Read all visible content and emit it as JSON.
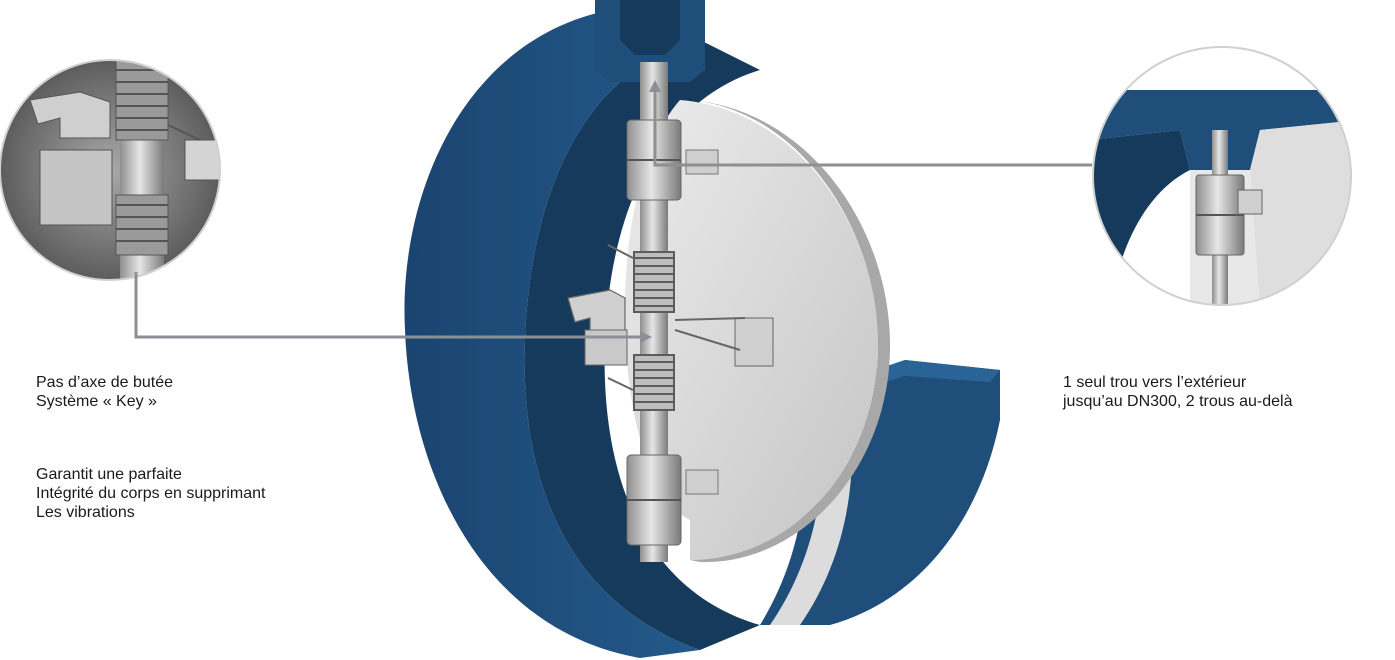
{
  "captions": {
    "left_top": [
      "Pas d’axe de butée",
      "Système « Key »"
    ],
    "left_bottom": [
      "Garantit une parfaite",
      "Intégrité du corps en supprimant",
      "Les vibrations"
    ],
    "right": [
      "1 seul trou vers l’extérieur",
      "jusqu’au   DN300, 2 trous au-delà"
    ]
  },
  "colors": {
    "body_blue": "#1f4e7a",
    "body_blue_dark": "#163a5c",
    "disc_grey": "#d9d9d9",
    "metal_grey": "#bdbdbd",
    "leader_line": "#8a9096"
  }
}
